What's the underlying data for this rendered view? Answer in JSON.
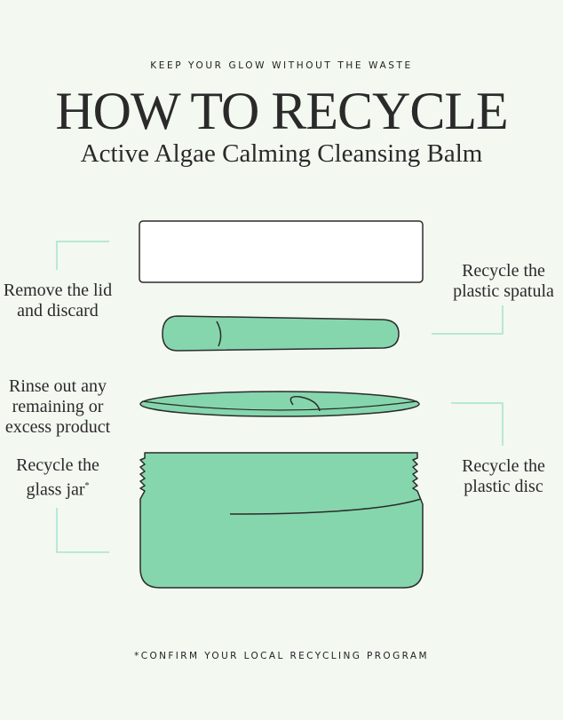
{
  "eyebrow": "KEEP YOUR GLOW WITHOUT THE WASTE",
  "title": "HOW TO RECYCLE",
  "subtitle": "Active Algae Calming Cleansing Balm",
  "steps": {
    "lid": {
      "line1": "Remove the lid",
      "line2": "and discard"
    },
    "spatula": {
      "line1": "Recycle the",
      "line2": "plastic spatula"
    },
    "rinse": {
      "line1": "Rinse out any",
      "line2": "remaining or",
      "line3": "excess product"
    },
    "jar": {
      "line1": "Recycle the",
      "line2": "glass jar",
      "mark": "*"
    },
    "disc": {
      "line1": "Recycle the",
      "line2": "plastic disc"
    }
  },
  "footnote": "*CONFIRM YOUR LOCAL RECYCLING PROGRAM",
  "colors": {
    "background": "#f3f8f1",
    "product_green": "#86d6ad",
    "connector": "#a6e2cd",
    "outline": "#2b2b2b"
  }
}
